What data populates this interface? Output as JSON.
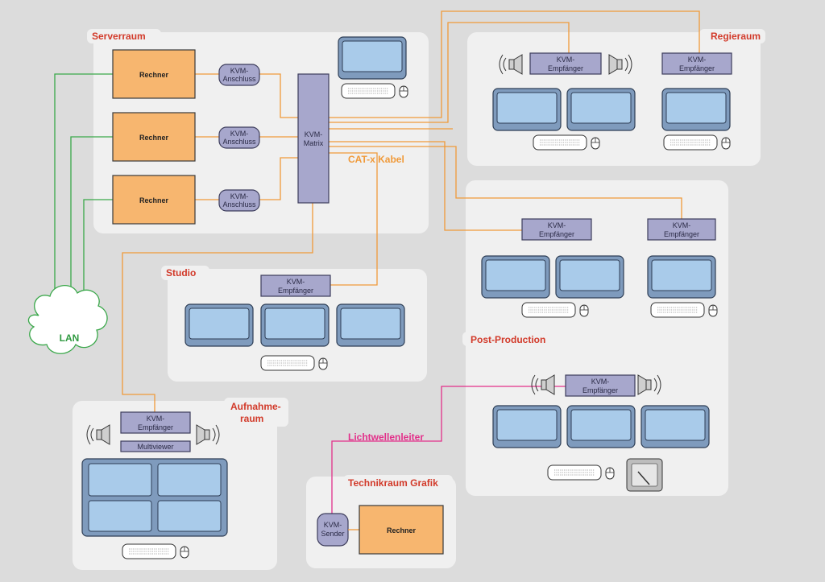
{
  "rooms": {
    "serverraum": "Serverraum",
    "regieraum": "Regieraum",
    "studio": "Studio",
    "post_production": "Post-Production",
    "aufnahme_line1": "Aufnahme-",
    "aufnahme_line2": "raum",
    "technikraum": "Technikraum Grafik"
  },
  "devices": {
    "rechner": "Rechner",
    "kvm": "KVM-",
    "anschluss": "Anschluss",
    "empfaenger": "Empfänger",
    "matrix": "Matrix",
    "sender": "Sender",
    "multiviewer": "Multiviewer",
    "lan": "LAN"
  },
  "cables": {
    "cat": "CAT-x Kabel",
    "fiber": "Lichtwellenleiter"
  },
  "colors": {
    "cat": "#f09a3a",
    "lan": "#3aa84a",
    "fiber": "#e2308a",
    "title": "#d23a2a"
  }
}
